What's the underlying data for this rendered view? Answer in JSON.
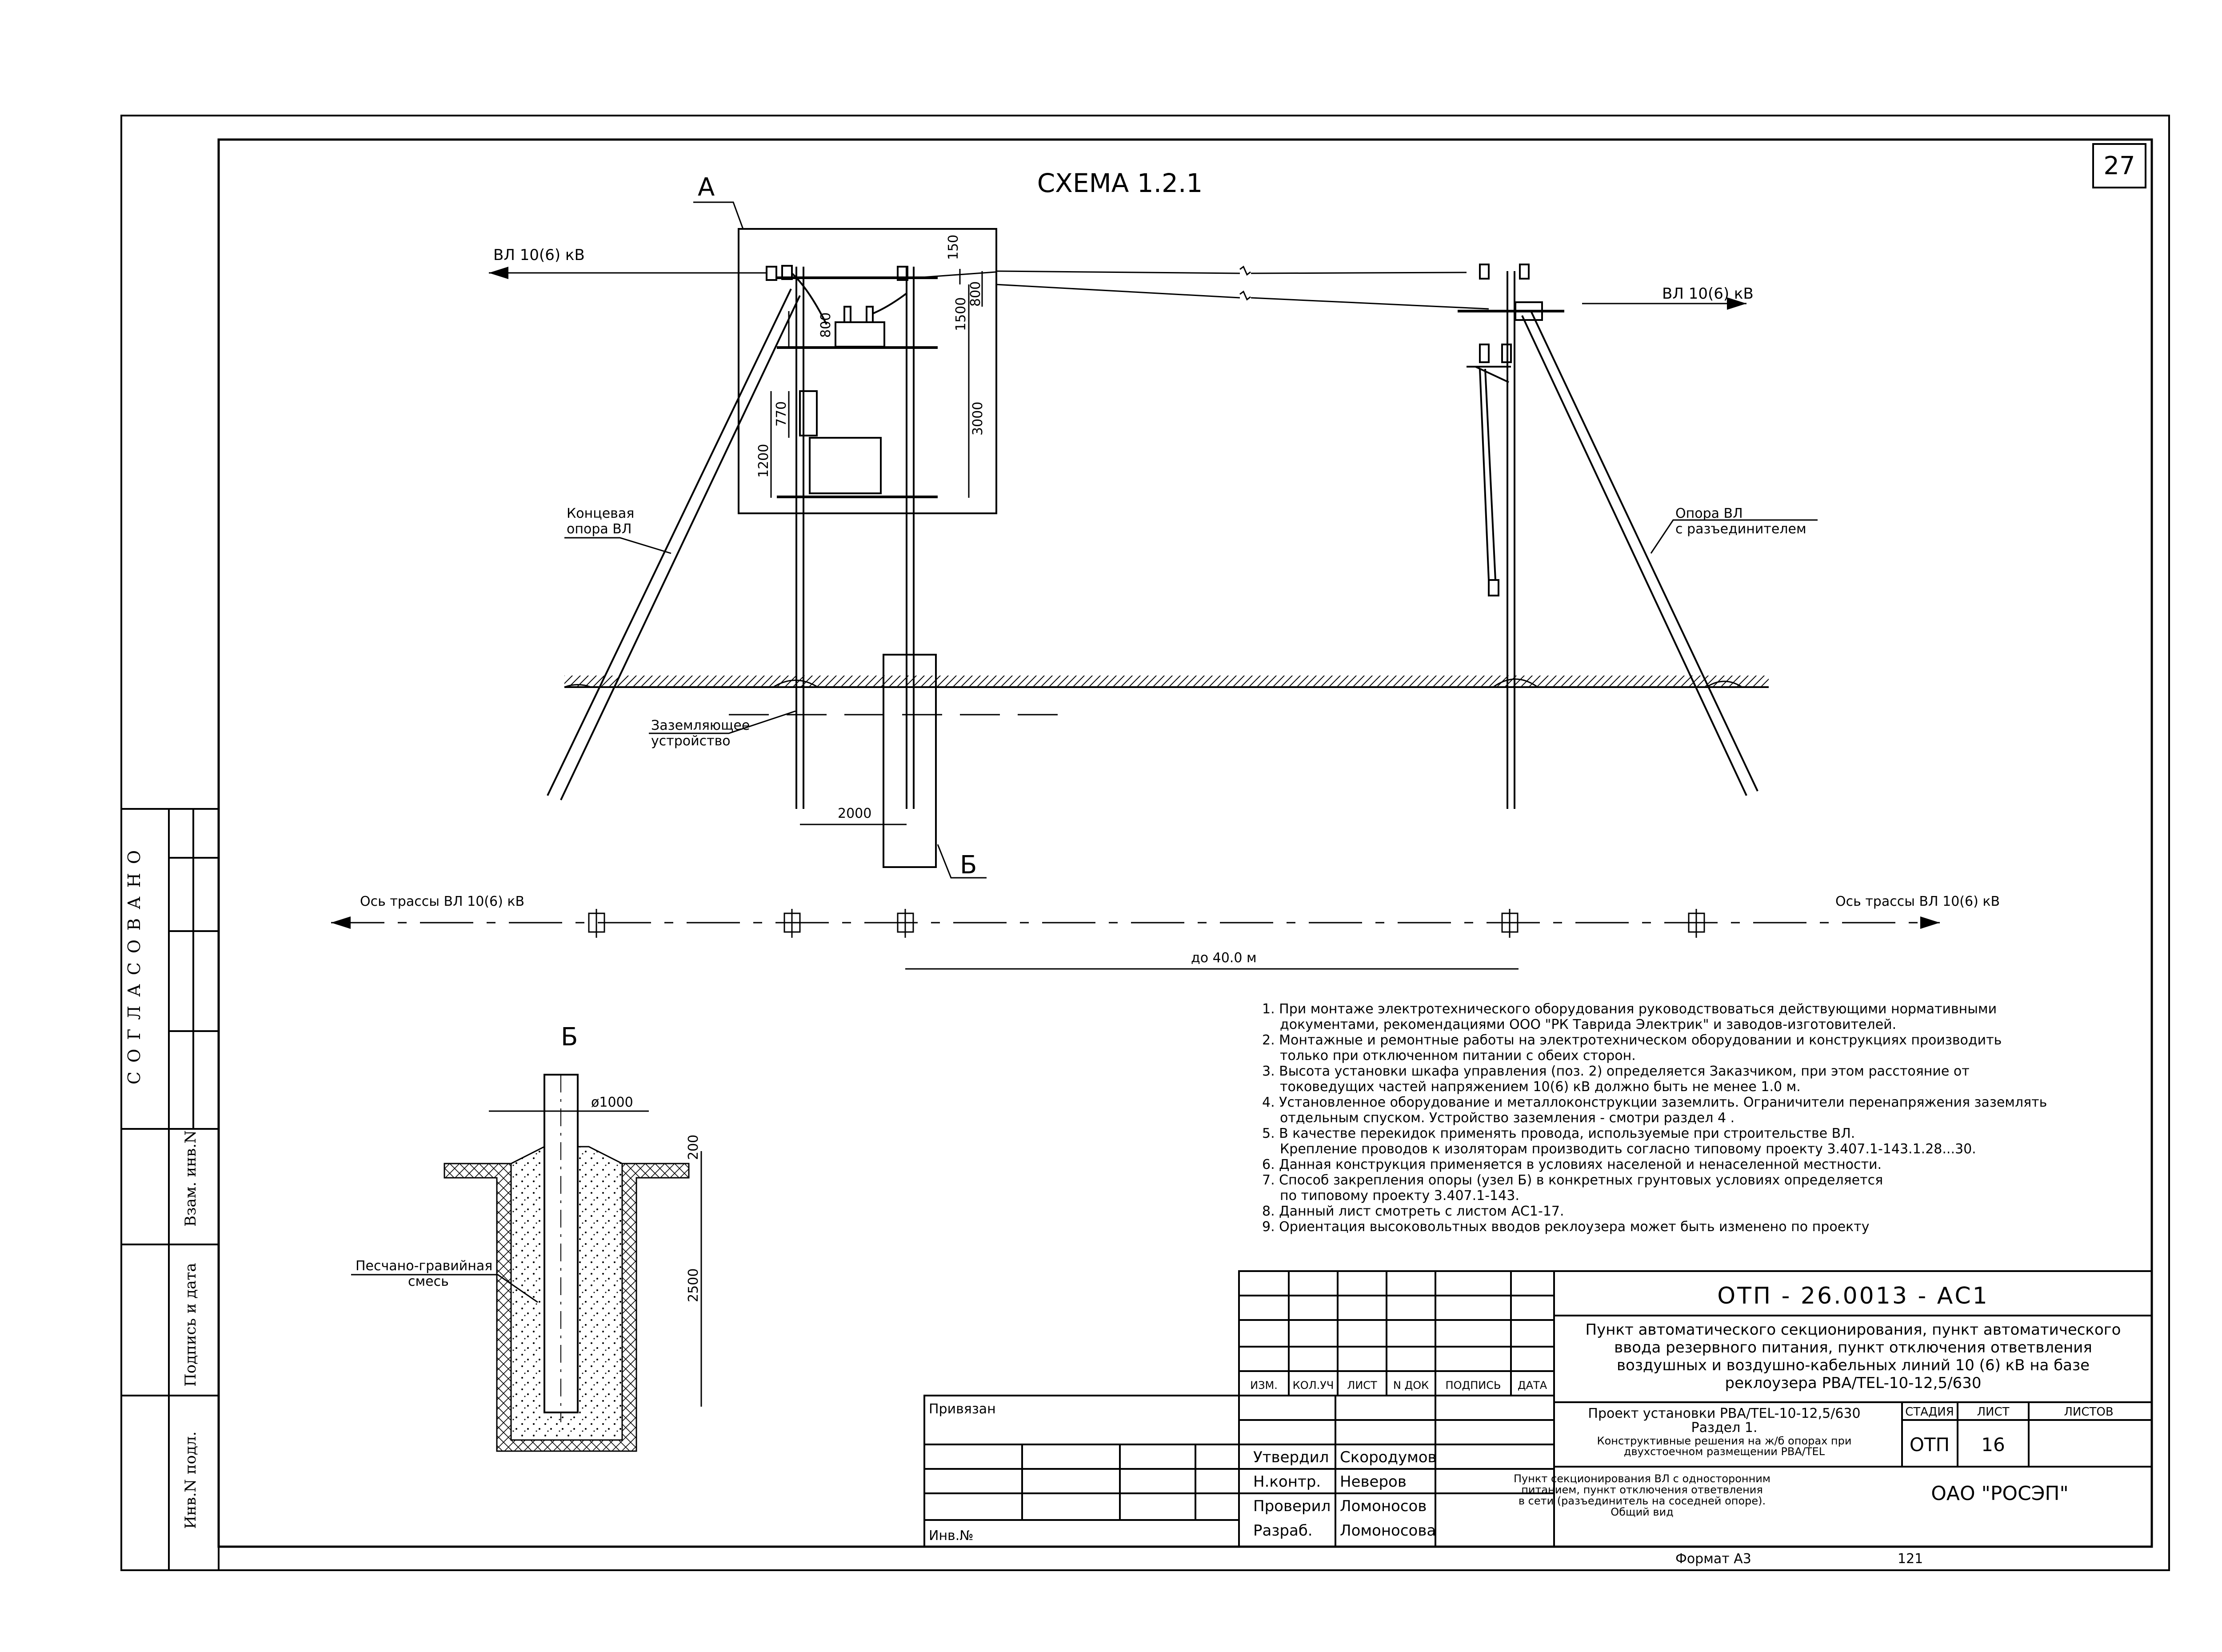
{
  "sheet_number": "27",
  "scheme_title": "СХЕМА 1.2.1",
  "callouts": {
    "a": "А",
    "b": "Б"
  },
  "line_labels": {
    "left": "ВЛ 10(6) кВ",
    "right": "ВЛ 10(6) кВ"
  },
  "dimensions": {
    "d150": "150",
    "d800_top": "800",
    "d1500": "1500",
    "d800_left": "800",
    "d3000": "3000",
    "d770": "770",
    "d1200": "1200",
    "d2000": "2000",
    "d40": "до 40.0 м",
    "d1000": "ø1000",
    "d200": "200",
    "d2500": "2500"
  },
  "leaders": {
    "end_pole_1": "Концевая",
    "end_pole_2": "опора ВЛ",
    "pole_1": "Опора ВЛ",
    "pole_2": "с разъединителем",
    "ground_1": "Заземляющее",
    "ground_2": "устройство",
    "mix_1": "Песчано-гравийная",
    "mix_2": "смесь"
  },
  "axis": {
    "left": "Ось трассы ВЛ 10(6) кВ",
    "right": "Ось трассы ВЛ 10(6) кВ"
  },
  "detail_b_title": "Б",
  "side_stamp": {
    "agreed": "СОГЛАСОВАНО",
    "vzam": "Взам. инв.N",
    "sign": "Подпись и дата",
    "inv": "Инв.N подл."
  },
  "notes": [
    "1. При монтаже электротехнического оборудования руководствоваться действующими нормативными",
    "документами, рекомендациями ООО \"РК Таврида Электрик\" и заводов-изготовителей.",
    "2. Монтажные и ремонтные работы на электротехническом оборудовании и  конструкциях производить",
    "только при отключенном питании с обеих сторон.",
    "3. Высота установки шкафа управления (поз. 2) определяется Заказчиком, при этом расстояние от",
    "токоведущих частей напряжением 10(6) кВ должно быть не менее 1.0 м.",
    "4. Установленное оборудование и металлоконструкции заземлить. Ограничители перенапряжения заземлять",
    "отдельным спуском. Устройство заземления - смотри раздел 4 .",
    "5. В качестве перекидок применять  провода,  используемые при строительстве ВЛ.",
    "Крепление проводов к изоляторам производить согласно типовому проекту 3.407.1-143.1.28...30.",
    "6. Данная конструкция применяется в условиях населеной и ненаселенной местности.",
    "7. Способ закрепления опоры  (узел Б) в конкретных грунтовых условиях  определяется",
    "по типовому проекту 3.407.1-143.",
    "8. Данный лист смотреть с листом АС1-17.",
    "9. Ориентация высоковольтных вводов реклоузера может быть изменено по проекту"
  ],
  "title_block": {
    "code": "ОТП - 26.0013 - АС1",
    "desc_1": "Пункт автоматического секционирования, пункт автоматического",
    "desc_2": "ввода резервного питания, пункт отключения ответвления",
    "desc_3": "воздушных и воздушно-кабельных линий 10 (6) кВ на базе",
    "desc_4": "реклоузера PBA/TEL-10-12,5/630",
    "rev_headers": [
      "ИЗМ.",
      "КОЛ.УЧ",
      "ЛИСТ",
      "N ДОК",
      "ПОДПИСЬ",
      "ДАТА"
    ],
    "project_1": "Проект установки PBA/TEL-10-12,5/630",
    "project_2": "Раздел 1.",
    "project_3": "Конструктивные решения на ж/б опорах при",
    "project_4": "двухстоечном размещении PBA/TEL",
    "stage_header": "СТАДИЯ",
    "sheet_header": "ЛИСТ",
    "sheets_header": "ЛИСТОВ",
    "stage": "ОТП",
    "sheet": "16",
    "drawing_1": "Пункт секционирования ВЛ с односторонним",
    "drawing_2": "питанием, пункт отключения ответвления",
    "drawing_3": "в сети (разъединитель на соседней опоре).",
    "drawing_4": "Общий вид",
    "org": "ОАО \"РОСЭП\"",
    "privyazan": "Привязан",
    "inv_no": "Инв.№",
    "roles": [
      {
        "role": "Утвердил",
        "name": "Скородумов"
      },
      {
        "role": "Н.контр.",
        "name": "Неверов"
      },
      {
        "role": "Проверил",
        "name": "Ломоносов"
      },
      {
        "role": "Разраб.",
        "name": "Ломоносова"
      }
    ],
    "format": "Формат А3",
    "page": "121"
  },
  "colors": {
    "ink": "#000000",
    "paper": "#ffffff"
  }
}
